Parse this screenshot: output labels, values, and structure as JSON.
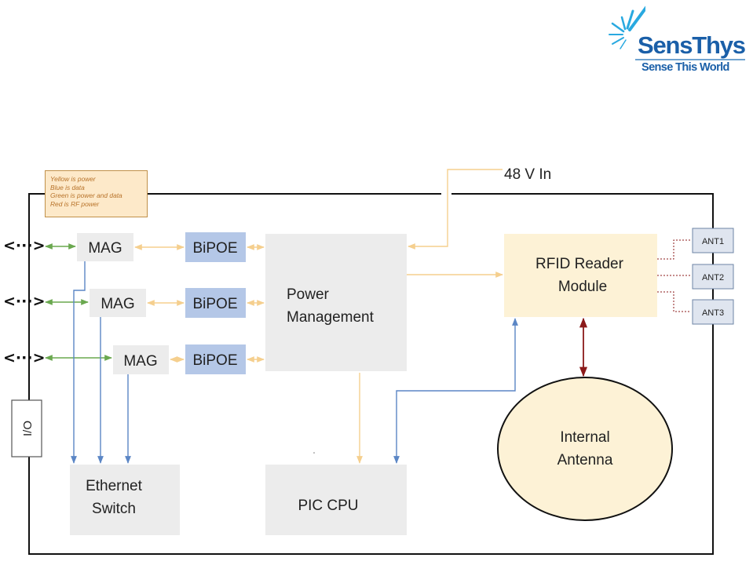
{
  "logo": {
    "name": "SensThys",
    "tagline": "Sense This World",
    "icon": "sunburst-icon",
    "brand_color": "#1a5fa8"
  },
  "legend": {
    "lines": [
      "Yellow is power",
      "Blue is data",
      "Green is power and data",
      "Red is RF power"
    ]
  },
  "input_label": "48 V In",
  "connector_glyph": "<···>",
  "blocks": {
    "mag": [
      "MAG",
      "MAG",
      "MAG"
    ],
    "bipoe": [
      "BiPOE",
      "BiPOE",
      "BiPOE"
    ],
    "power_management": [
      "Power",
      "Management"
    ],
    "rfid_reader": [
      "RFID Reader",
      "Module"
    ],
    "antennas": [
      "ANT1",
      "ANT2",
      "ANT3"
    ],
    "internal_antenna": [
      "Internal",
      "Antenna"
    ],
    "ethernet_switch": [
      "Ethernet",
      "Switch"
    ],
    "pic_cpu": "PIC CPU",
    "io": "I/O"
  },
  "colors": {
    "power": "#f5cf8e",
    "data": "#5b86c5",
    "power_and_data": "#6aa84f",
    "rf_power": "#8b1a1a",
    "gray_block": "#ececec",
    "blue_block": "#b4c7e7",
    "cream_block": "#fdf2d6"
  }
}
